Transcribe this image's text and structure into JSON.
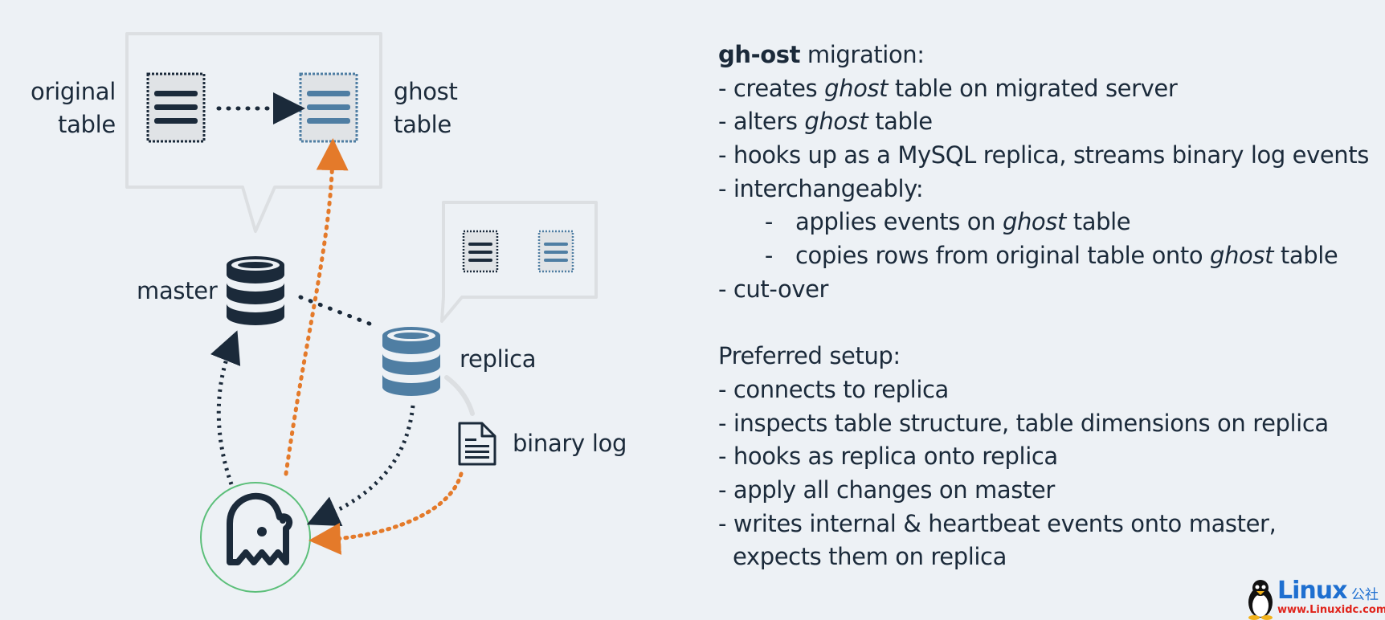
{
  "diagram": {
    "labels": {
      "original_table_1": "original",
      "original_table_2": "table",
      "ghost_table_1": "ghost",
      "ghost_table_2": "table",
      "master": "master",
      "replica": "replica",
      "binary_log": "binary log"
    },
    "colors": {
      "dark": "#1b2a3a",
      "blue": "#4f7ea3",
      "orange": "#e47a2a",
      "bubble": "#dcdfe2",
      "circle": "#5cbf7a"
    },
    "icons": [
      "table-icon",
      "database-icon",
      "document-icon",
      "gh-ost-logo"
    ]
  },
  "notes": {
    "heading_bold": "gh-ost",
    "heading_rest": " migration:",
    "items": [
      {
        "pre": "- creates ",
        "em": "ghost",
        "post": " table on migrated server"
      },
      {
        "pre": "- alters ",
        "em": "ghost",
        "post": " table"
      },
      {
        "pre": "- hooks up as a MySQL replica, streams binary log events",
        "em": "",
        "post": ""
      },
      {
        "pre": "- interchangeably:",
        "em": "",
        "post": ""
      }
    ],
    "subitems": [
      {
        "dash": "-",
        "pre": "applies events on ",
        "em": "ghost",
        "post": " table"
      },
      {
        "dash": "-",
        "pre": "copies rows from original table onto ",
        "em": "ghost",
        "post": " table"
      }
    ],
    "last_item": "- cut-over",
    "setup_heading": "Preferred setup:",
    "setup_items": [
      "- connects to replica",
      "- inspects table structure, table dimensions on replica",
      "- hooks as replica onto replica",
      "- apply all changes on master",
      "- writes internal & heartbeat events onto master,"
    ],
    "setup_continuation": "expects them on replica"
  },
  "watermark": {
    "brand": "Linux",
    "cn": "公社",
    "url": "www.Linuxidc.com"
  }
}
